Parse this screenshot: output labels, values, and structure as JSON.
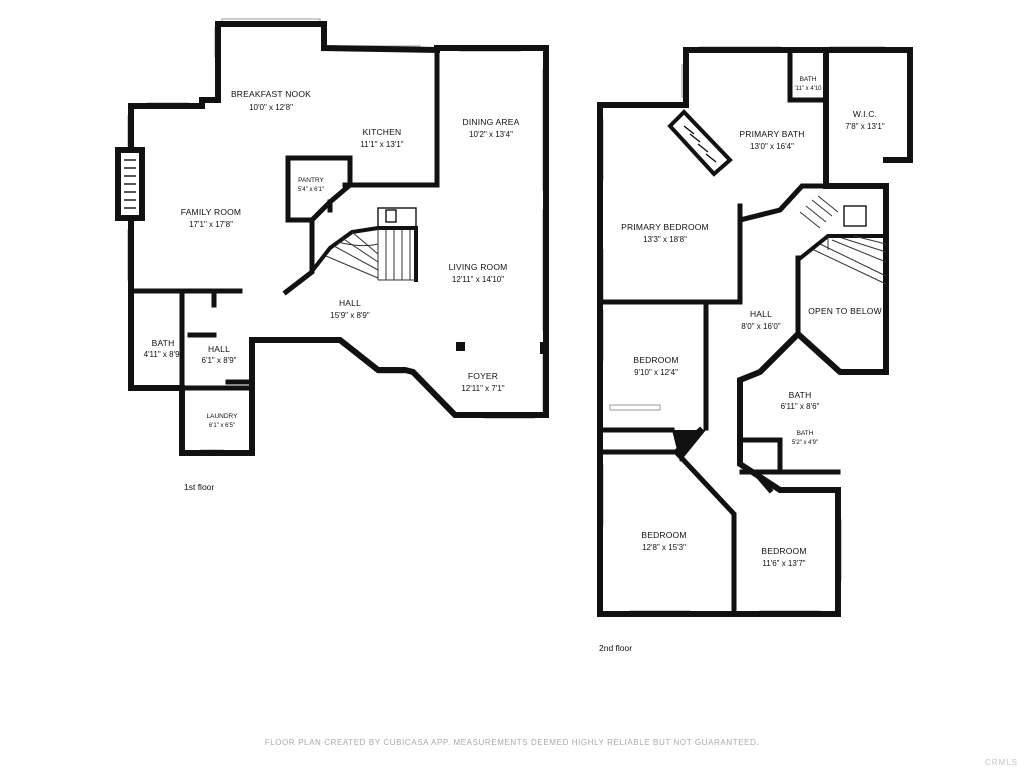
{
  "floor1": {
    "label": "1st floor",
    "rooms": {
      "breakfast_nook": {
        "name": "BREAKFAST NOOK",
        "dim": "10'0\" x 12'8\""
      },
      "kitchen": {
        "name": "KITCHEN",
        "dim": "11'1\" x 13'1\""
      },
      "dining_area": {
        "name": "DINING AREA",
        "dim": "10'2\" x 13'4\""
      },
      "pantry": {
        "name": "PANTRY",
        "dim": "5'4\" x 6'1\""
      },
      "family_room": {
        "name": "FAMILY ROOM",
        "dim": "17'1\" x 17'8\""
      },
      "living_room": {
        "name": "LIVING ROOM",
        "dim": "12'11\" x 14'10\""
      },
      "hall_main": {
        "name": "HALL",
        "dim": "15'9\" x 8'9\""
      },
      "bath": {
        "name": "BATH",
        "dim": "4'11\" x 8'9\""
      },
      "hall_small": {
        "name": "HALL",
        "dim": "6'1\" x 8'9\""
      },
      "laundry": {
        "name": "LAUNDRY",
        "dim": "6'1\" x 6'5\""
      },
      "foyer": {
        "name": "FOYER",
        "dim": "12'11\" x 7'1\""
      }
    }
  },
  "floor2": {
    "label": "2nd floor",
    "rooms": {
      "primary_bath": {
        "name": "PRIMARY BATH",
        "dim": "13'0\" x 16'4\""
      },
      "bath_small": {
        "name": "BATH",
        "dim": "'11\" x 4'10"
      },
      "wic": {
        "name": "W.I.C.",
        "dim": "7'8\" x 13'1\""
      },
      "primary_bedroom": {
        "name": "PRIMARY BEDROOM",
        "dim": "13'3\" x 18'8\""
      },
      "hall": {
        "name": "HALL",
        "dim": "8'0\" x 16'0\""
      },
      "open_to_below": {
        "name": "OPEN TO BELOW",
        "dim": ""
      },
      "bedroom_1": {
        "name": "BEDROOM",
        "dim": "9'10\" x 12'4\""
      },
      "bath_2": {
        "name": "BATH",
        "dim": "6'11\" x 8'6\""
      },
      "bath_3": {
        "name": "BATH",
        "dim": "5'2\" x 4'9\""
      },
      "bedroom_2": {
        "name": "BEDROOM",
        "dim": "12'8\" x 15'3\""
      },
      "bedroom_3": {
        "name": "BEDROOM",
        "dim": "11'6\" x 13'7\""
      }
    }
  },
  "footer": "FLOOR PLAN CREATED BY CUBICASA APP. MEASUREMENTS DEEMED HIGHLY RELIABLE BUT NOT GUARANTEED.",
  "watermark": "CRMLS"
}
